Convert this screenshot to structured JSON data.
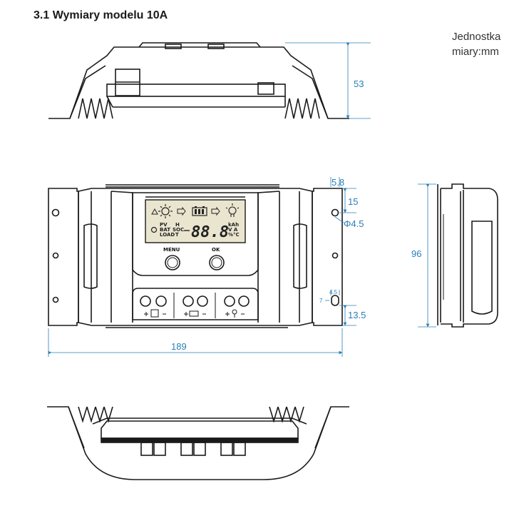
{
  "title": "3.1 Wymiary modelu 10A",
  "unit_line1": "Jednostka",
  "unit_line2": "miary:mm",
  "dimensions": {
    "height_side": "53",
    "hole_offset_top": "5.8",
    "hole_spacing": "15",
    "hole_diameter": "Φ4.5",
    "slot_width": "4.5",
    "slot_height": "7",
    "slot_offset_bottom": "13.5",
    "total_width": "189",
    "total_height": "96"
  },
  "buttons": {
    "menu": "MENU",
    "ok": "OK"
  },
  "lcd": {
    "pv": "PV",
    "bat": "BAT",
    "load": "LOAD",
    "h": "H",
    "soc": "SOC",
    "t": "T",
    "digits": "88.8",
    "kah": "kAh",
    "va": "V A",
    "pct_c": "%°C"
  },
  "colors": {
    "dimension": "#2a7fb8",
    "outline": "#1a1a1a",
    "lcd_fill": "#e9e5cf"
  }
}
